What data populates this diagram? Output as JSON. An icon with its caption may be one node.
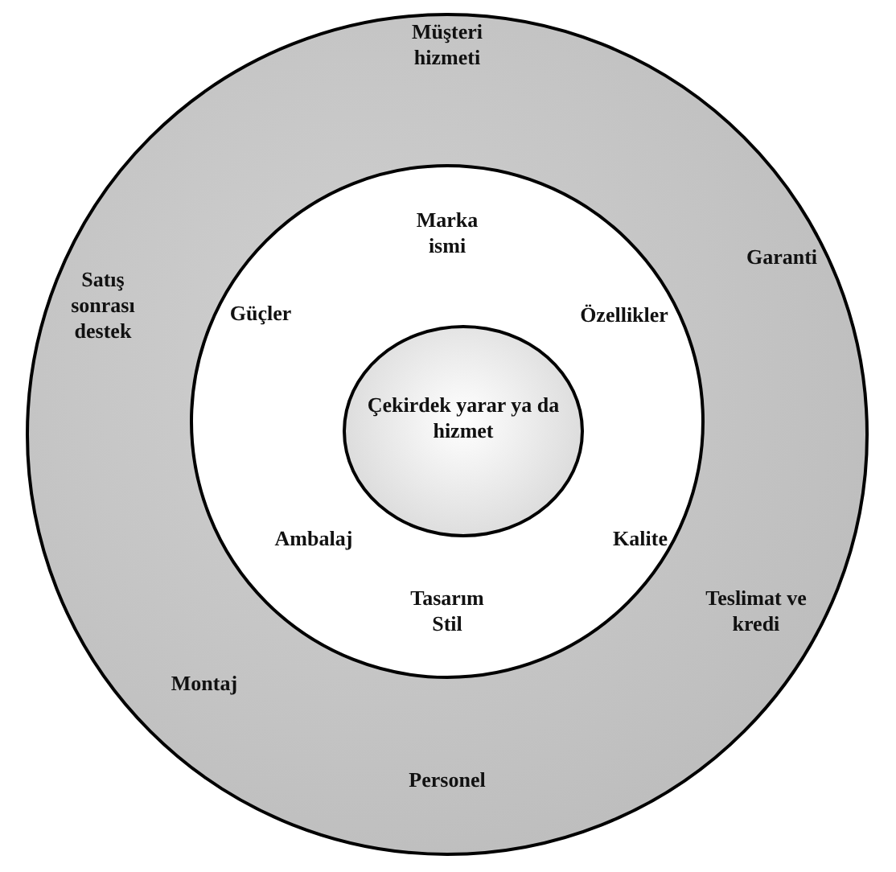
{
  "diagram": {
    "nodes": [
      {
        "text": [
          "Müşteri hizmeti",
          "Garanti",
          "Teslimat ve kredi",
          "Personel",
          "Montaj",
          "Satış sonrası destek"
        ]
      },
      {
        "text": [
          "Marka ismi",
          "Özellikler",
          "Kalite",
          "Tasarım Stil",
          "Ambalaj",
          "Güçler"
        ],
        "in": 0
      },
      {
        "text": [
          "Çekirdek yarar ya da hizmet"
        ],
        "in": 1
      }
    ]
  }
}
